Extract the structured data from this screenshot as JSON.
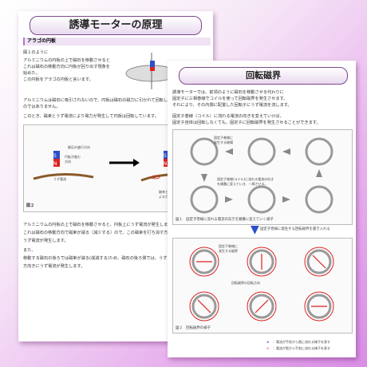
{
  "page1": {
    "title": "誘導モーターの原理",
    "section": "アラゴの円板",
    "fig_ref": "図１のように",
    "p1": [
      "アルミニウムの円板の上で磁石を移動させると",
      "これは磁石の移動方向に円板が回り出す現象を",
      "始めた。",
      "この円板をアラゴの円板と言います。"
    ],
    "p2": [
      "アルミニウムは磁石に吸引されないので、円板は磁石の磁力に引かれて回転している",
      "のではありません。",
      "このとき、磁束とうず電流により電力が発生して円板は回転しています。"
    ],
    "fig2_labels": [
      "磁石の進行方向",
      "円板が進む",
      "方向",
      "うず電流",
      "磁石の進行方向",
      "うず電流が",
      "発生する磁界",
      "磁束と磁界に",
      "よる力"
    ],
    "fig2": "図２",
    "p3": [
      "アルミニウムの円板の上で磁石を移動させると、円板上にうず電流が発生します。",
      "これは磁石の移動方向で磁束が減る（減少する）ので、この磁束を打ち消す方向に",
      "うず電流が発生します。",
      "また、",
      "移動する磁石の後ろでは磁束が減る(減減する)ため、磁石の後ろ側では、うず",
      "方向きにうず電流が発生します。"
    ]
  },
  "page2": {
    "title": "回転磁界",
    "p1": [
      "誘導モーターでは、前項のように磁石を移動させる代わりに",
      "固定子に三相巻線でコイルを使って回転磁界を発生させます。",
      "それにより、その内側に配置した回転子にうず電流を流します。"
    ],
    "p2": [
      "固定子巻線（コイル）に流れる電流の向きを変えていけば、",
      "固定子自体は回転しなくても、固定子に回転磁界を発生させることができます。"
    ],
    "fig_labels": [
      "固定子巻線に",
      "発生する磁場",
      "固定子巻線(コイル)に流れる電流の向き",
      "を順番に変えていき、一周させる。"
    ],
    "fig1": "図１　固定子巻線に流れる電流の向きを順番に変えていく様子",
    "mid": "固定子巻線に発生する回転磁界を書き入れる",
    "fig2_labels": [
      "固定子巻線に",
      "発生する磁界",
      "回転磁界の回転方向"
    ],
    "fig2": "図２　回転磁界の様子",
    "legend": [
      "：電流が手前から奥に流れる様子を表す",
      "：電流が奥から手前に流れる様子を表す"
    ]
  }
}
